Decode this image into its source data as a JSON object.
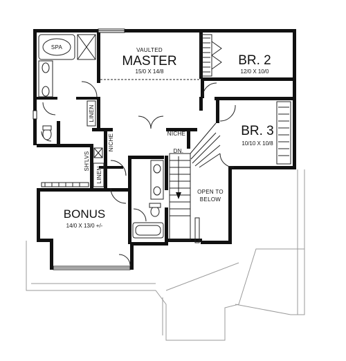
{
  "rooms": {
    "master": {
      "note": "VAULTED",
      "name": "MASTER",
      "dims": "15/0 X 14/8"
    },
    "br2": {
      "name": "BR. 2",
      "dims": "12/0 X 10/0"
    },
    "br3": {
      "name": "BR. 3",
      "dims": "10/10 X 10/8"
    },
    "bonus": {
      "name": "BONUS",
      "dims": "14/0 X 13/0 +/-"
    }
  },
  "labels": {
    "spa": "SPA",
    "linen_1": "LINEN",
    "linen_2": "LINEN",
    "niche_1": "NICHE",
    "niche_2": "NICHE",
    "shelves": "SH'LVS",
    "stair_dn": "DN.",
    "open_below_1": "OPEN TO",
    "open_below_2": "BELOW"
  }
}
